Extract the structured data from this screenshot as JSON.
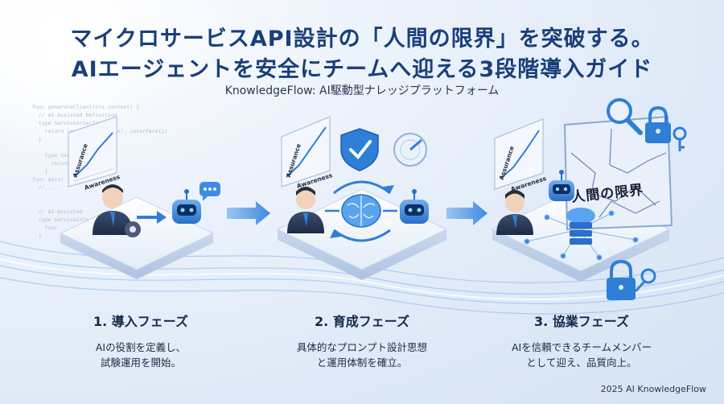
{
  "header": {
    "title_line1": "マイクロサービスAPI設計の「人間の限界」を突破する。",
    "title_line2": "AIエージェントを安全にチームへ迎える3段階導入ガイド",
    "subtitle": "KnowledgeFlow: AI駆動型ナレッジプラットフォーム"
  },
  "background_code": "func generateClient(ctx context) {\n  // AI-Assisted Definition\n  type ServiceInterface {\n    return (<- ... ), params), interface{})\n  }\n\n    type ServiceInterface {\n      return();\n    }\nfunc main(\n  //...\n\n\n  // AI-Assisted\n  type ServiceInterface {\n    func ...\n  }",
  "charts": {
    "axis_y": "Assurance",
    "axis_x": "Awareness"
  },
  "board": {
    "text": "人間の限界"
  },
  "phases": [
    {
      "title": "1. 導入フェーズ",
      "desc_line1": "AIの役割を定義し、",
      "desc_line2": "試験運用を開始。"
    },
    {
      "title": "2. 育成フェーズ",
      "desc_line1": "具体的なプロンプト設計思想",
      "desc_line2": "と運用体制を確立。"
    },
    {
      "title": "3. 協業フェーズ",
      "desc_line1": "AIを信頼できるチームメンバー",
      "desc_line2": "として迎え、品質向上。"
    }
  ],
  "footer": {
    "text": "2025 AI KnowledgeFlow"
  },
  "colors": {
    "title": "#1a3f7a",
    "accent": "#2f7fd6",
    "platform": "#eef4fc"
  }
}
